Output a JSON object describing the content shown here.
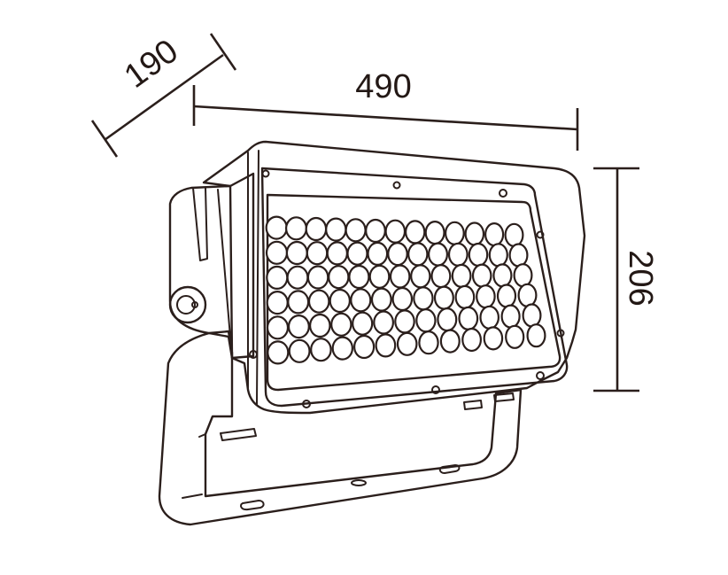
{
  "dimensions": {
    "depth": "190",
    "width": "490",
    "height": "206"
  },
  "led_array": {
    "rows": 6,
    "columns": 13
  },
  "colors": {
    "line": "#2b1f1c",
    "background": "#ffffff"
  }
}
